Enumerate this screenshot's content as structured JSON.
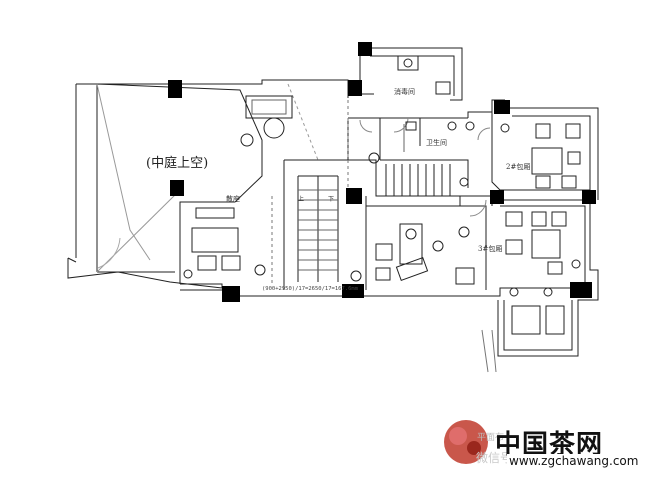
{
  "plan": {
    "labels": {
      "courtyard_void": "(中庭上空)",
      "disinfection_room": "消毒间",
      "restroom": "卫生间",
      "scattered_seating": "散座",
      "private_room_2": "2#包厢",
      "private_room_3": "3#包厢",
      "stair_up": "上",
      "stair_down": "下",
      "dimension_note": "(900+2950)/17=2650/17=167.6mm"
    }
  },
  "watermark": {
    "brand_text": "中国茶网",
    "url": "www.zgchawang.com",
    "ghost_text": "微信号 ch...",
    "ghost_text_2": "平面布"
  },
  "colors": {
    "line": "#222222",
    "column": "#000000",
    "seal": "#c0392b"
  }
}
